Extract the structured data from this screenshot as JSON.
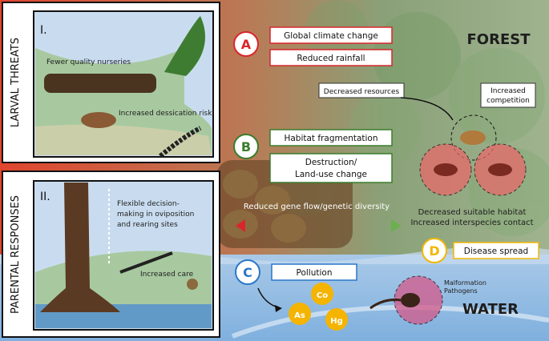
{
  "panels": {
    "larval": {
      "side_label": "LARVAL THREATS",
      "roman": "I.",
      "notes": [
        "Fewer quality nurseries",
        "Increased dessication risk"
      ]
    },
    "parental": {
      "side_label": "PARENTAL RESPONSES",
      "roman": "II.",
      "flex_lines": [
        "Flexible decision-",
        "making in oviposition",
        "and rearing sites"
      ],
      "care": "Increased care"
    }
  },
  "zones": {
    "forest": "FOREST",
    "water": "WATER"
  },
  "threats": {
    "A": {
      "letter": "A",
      "items": [
        "Global climate change",
        "Reduced rainfall"
      ],
      "color": "#d8262c"
    },
    "B": {
      "letter": "B",
      "items": [
        "Habitat fragmentation"
      ],
      "item2_lines": [
        "Destruction/",
        "Land-use change"
      ],
      "color": "#3a7d2c"
    },
    "C": {
      "letter": "C",
      "items": [
        "Pollution"
      ],
      "color": "#2a77c9"
    },
    "D": {
      "letter": "D",
      "items": [
        "Disease spread"
      ],
      "color": "#f2b705"
    }
  },
  "forest_notes": {
    "resources": "Decreased resources",
    "competition_lines": [
      "Increased",
      "competition"
    ],
    "habitat_lines": [
      "Decreased suitable habitat",
      "Increased interspecies contact"
    ]
  },
  "gene_flow": "Reduced gene flow/genetic diversity",
  "water_notes": {
    "disease_lines": [
      "Malformation",
      "Pathogens"
    ]
  },
  "metals": [
    "As",
    "Co",
    "Hg"
  ]
}
